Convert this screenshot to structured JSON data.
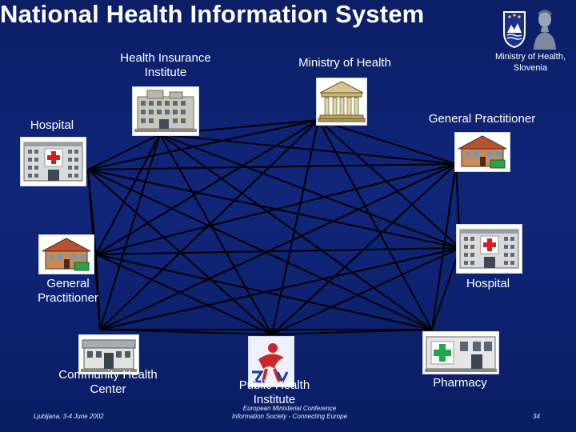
{
  "title": "National Health Information System",
  "logos": {
    "coat_of_arms": "slovenia-coat-of-arms-icon",
    "bust": "bust-statue-icon"
  },
  "nodes": {
    "health_insurance": {
      "label_line1": "Health Insurance",
      "label_line2": "Institute",
      "icon": "office-building-icon"
    },
    "ministry_health": {
      "label": "Ministry of Health",
      "icon": "ministry-building-icon"
    },
    "ministry_slovenia": {
      "label_line1": "Ministry of Health,",
      "label_line2": "Slovenia"
    },
    "hospital_left": {
      "label": "Hospital",
      "icon": "hospital-building-icon"
    },
    "gp_right": {
      "label": "General Practitioner",
      "icon": "house-icon"
    },
    "gp_left": {
      "label_line1": "General",
      "label_line2": "Practitioner",
      "icon": "house-icon"
    },
    "hospital_right": {
      "label": "Hospital",
      "icon": "hospital-building-icon"
    },
    "community_health": {
      "label_line1": "Community Health",
      "label_line2": "Center",
      "icon": "health-center-building-icon"
    },
    "public_health": {
      "label_line1": "Public Health",
      "label_line2": "Institute",
      "icon": "public-health-logo-icon"
    },
    "pharmacy": {
      "label": "Pharmacy",
      "icon": "pharmacy-building-icon"
    }
  },
  "footer": {
    "left": "Ljubljana, 3-4 June 2002",
    "center_line1": "European Ministerial Conference",
    "center_line2": "Information Society - Connecting Europe",
    "page": "34"
  },
  "colors": {
    "background": "#10267a",
    "lines": "#000000",
    "text": "#ffffff"
  }
}
